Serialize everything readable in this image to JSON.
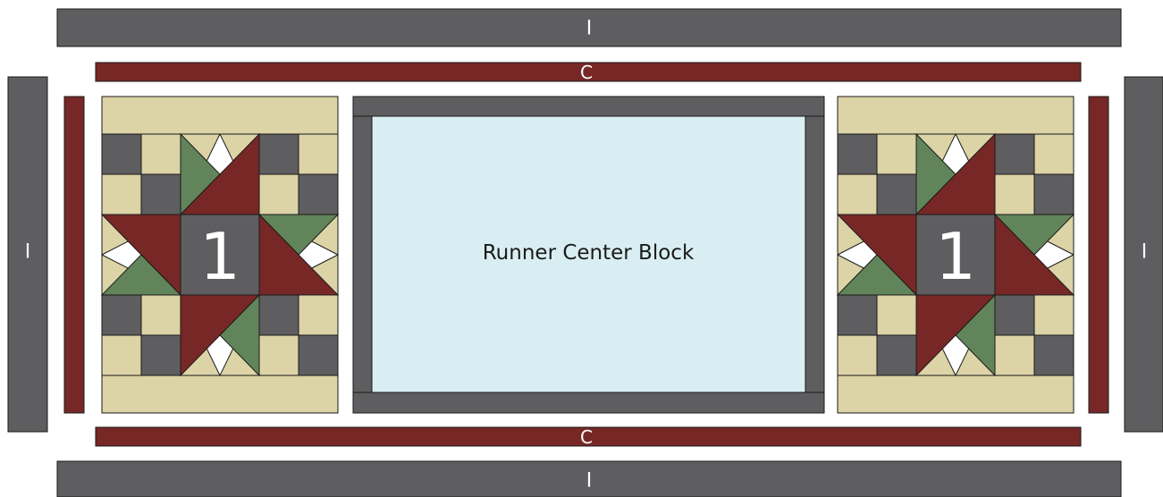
{
  "labels": {
    "top_outer_strip": "I",
    "top_inner_strip": "C",
    "bottom_inner_strip": "C",
    "bottom_outer_strip": "I",
    "left_outer_strip": "I",
    "right_outer_strip": "I",
    "left_block_number": "1",
    "right_block_number": "1",
    "center_block": "Runner Center Block"
  },
  "colors": {
    "background": "#ffffff",
    "gray": "#5e5e60",
    "maroon": "#772826",
    "tan": "#dcd3a6",
    "green": "#62845a",
    "center_fill": "#d9eef2",
    "stroke": "#1a1a1a",
    "text_light": "#ffffff",
    "text_dark": "#1a1a1a"
  }
}
